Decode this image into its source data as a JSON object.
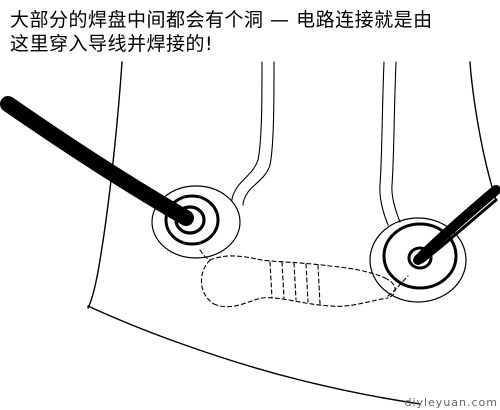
{
  "caption": {
    "line1": "大部分的焊盘中间都会有个洞 — 电路连接就是由",
    "line2": "这里穿入导线并焊接的!"
  },
  "watermark": "diyleyuan.com",
  "colors": {
    "ink": "#000000",
    "paper": "#ffffff",
    "watermark": "#666666"
  },
  "illustration": {
    "subject": "circuit board with two solder pads, wires inserted through the holes, and a resistor soldered between them"
  }
}
